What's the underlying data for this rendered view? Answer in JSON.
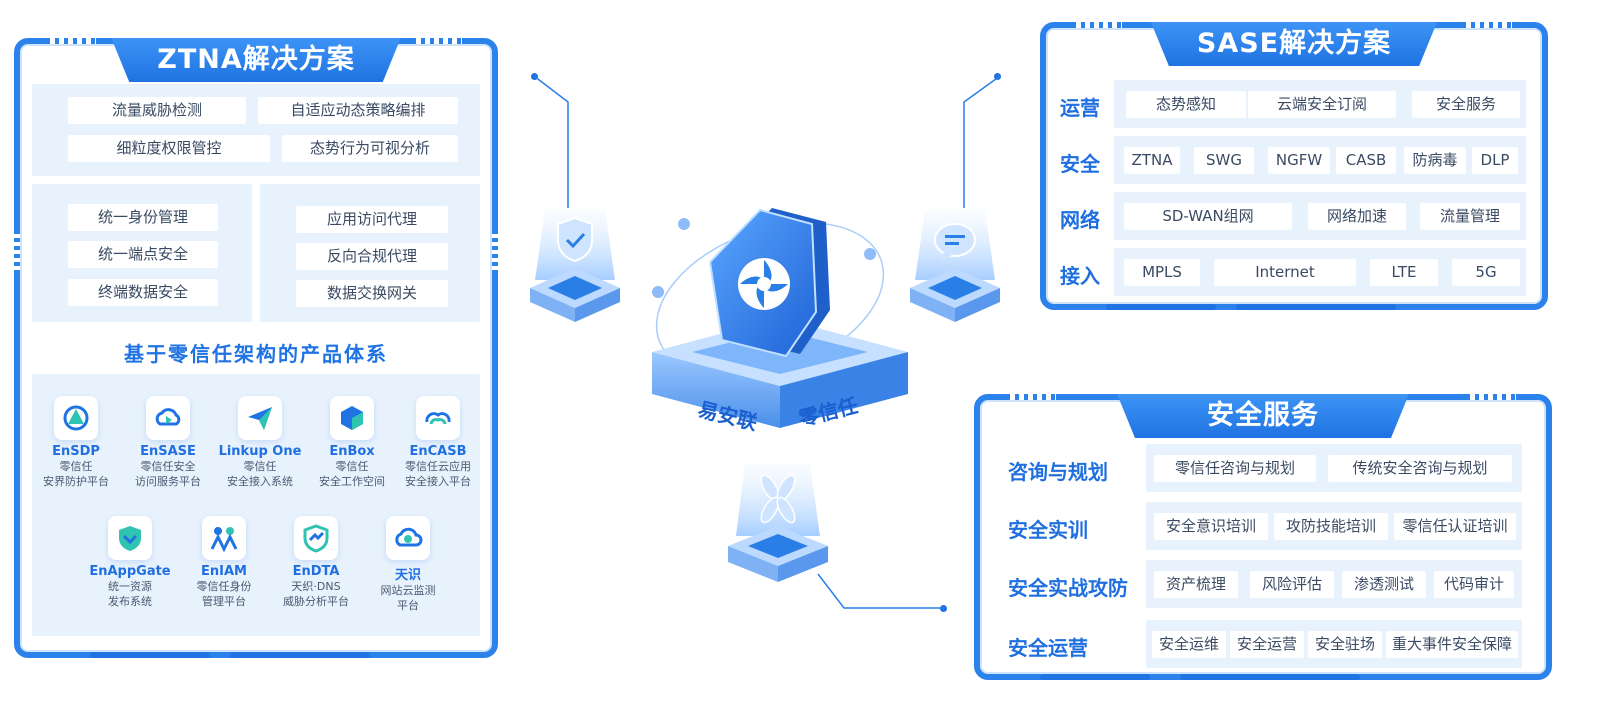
{
  "ztna": {
    "title": "ZTNA解决方案",
    "top_chips": [
      "流量威胁检测",
      "自适应动态策略编排",
      "细粒度权限管控",
      "态势行为可视分析"
    ],
    "left_chips": [
      "统一身份管理",
      "统一端点安全",
      "终端数据安全"
    ],
    "right_chips": [
      "应用访问代理",
      "反向合规代理",
      "数据交换网关"
    ],
    "subheading": "基于零信任架构的产品体系",
    "products": [
      {
        "icon": "ensdp-icon",
        "name": "EnSDP",
        "desc1": "零信任",
        "desc2": "安界防护平台"
      },
      {
        "icon": "ensase-icon",
        "name": "EnSASE",
        "desc1": "零信任安全",
        "desc2": "访问服务平台"
      },
      {
        "icon": "linkup-icon",
        "name": "Linkup One",
        "desc1": "零信任",
        "desc2": "安全接入系统"
      },
      {
        "icon": "enbox-icon",
        "name": "EnBox",
        "desc1": "零信任",
        "desc2": "安全工作空间"
      },
      {
        "icon": "encasb-icon",
        "name": "EnCASB",
        "desc1": "零信任云应用",
        "desc2": "安全接入平台"
      },
      {
        "icon": "enappgate-icon",
        "name": "EnAppGate",
        "desc1": "统一资源",
        "desc2": "发布系统"
      },
      {
        "icon": "eniam-icon",
        "name": "EnIAM",
        "desc1": "零信任身份",
        "desc2": "管理平台"
      },
      {
        "icon": "endta-icon",
        "name": "EnDTA",
        "desc1": "天织·DNS",
        "desc2": "威胁分析平台"
      },
      {
        "icon": "tianshi-icon",
        "name": "天识",
        "desc1": "网站云监测",
        "desc2": "平台"
      }
    ]
  },
  "center": {
    "label_left": "易安联",
    "label_right": "零信任",
    "icons": [
      "shield-check-icon",
      "chat-bubble-icon",
      "fan-icon",
      "aperture-logo-icon"
    ]
  },
  "sase": {
    "title": "SASE解决方案",
    "rows": [
      {
        "label": "运营",
        "items": [
          "态势感知",
          "云端安全订阅",
          "安全服务"
        ]
      },
      {
        "label": "安全",
        "items": [
          "ZTNA",
          "SWG",
          "NGFW",
          "CASB",
          "防病毒",
          "DLP"
        ]
      },
      {
        "label": "网络",
        "items": [
          "SD-WAN组网",
          "网络加速",
          "流量管理"
        ]
      },
      {
        "label": "接入",
        "items": [
          "MPLS",
          "Internet",
          "LTE",
          "5G"
        ]
      }
    ]
  },
  "services": {
    "title": "安全服务",
    "rows": [
      {
        "label": "咨询与规划",
        "items": [
          "零信任咨询与规划",
          "传统安全咨询与规划"
        ]
      },
      {
        "label": "安全实训",
        "items": [
          "安全意识培训",
          "攻防技能培训",
          "零信任认证培训"
        ]
      },
      {
        "label": "安全实战攻防",
        "items": [
          "资产梳理",
          "风险评估",
          "渗透测试",
          "代码审计"
        ]
      },
      {
        "label": "安全运营",
        "items": [
          "安全运维",
          "安全运营",
          "安全驻场",
          "重大事件安全保障"
        ]
      }
    ]
  },
  "colors": {
    "primary": "#1f73e2",
    "light_box": "#e8f2fd",
    "label": "#1f6fe0"
  }
}
